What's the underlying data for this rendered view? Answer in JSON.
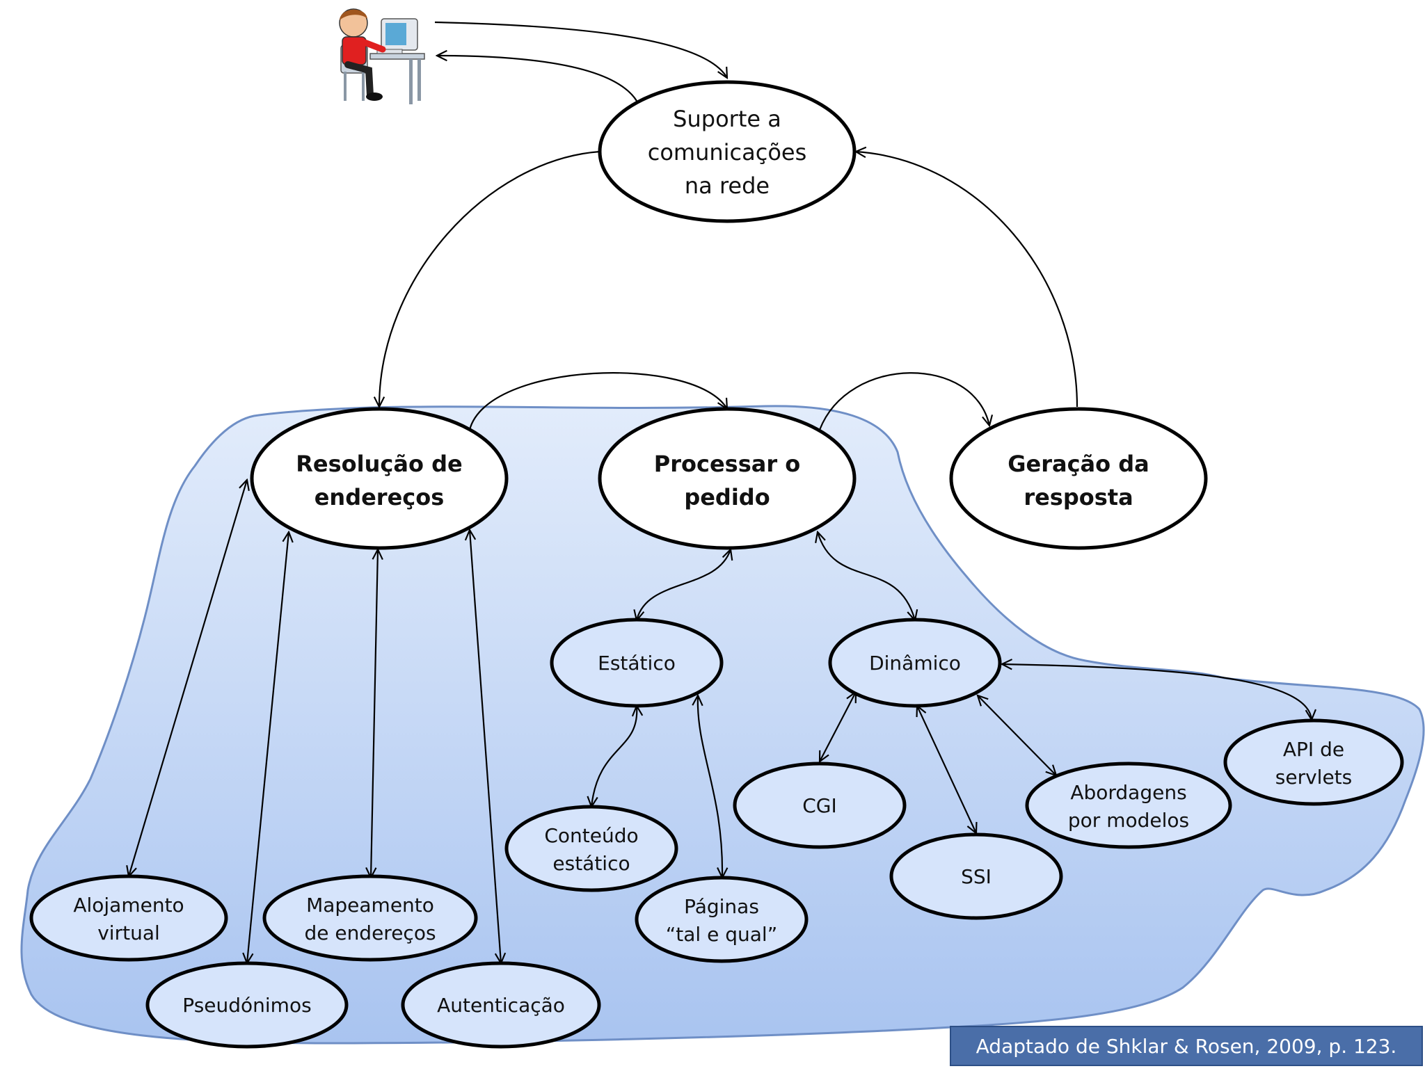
{
  "diagram": {
    "nodes": {
      "suporte": [
        "Suporte a",
        "comunicações",
        "na rede"
      ],
      "resolucao": [
        "Resolução de",
        "endereços"
      ],
      "processar": [
        "Processar o",
        "pedido"
      ],
      "geracao": [
        "Geração da",
        "resposta"
      ],
      "estatico": [
        "Estático"
      ],
      "dinamico": [
        "Dinâmico"
      ],
      "conteudo": [
        "Conteúdo",
        "estático"
      ],
      "paginas": [
        "Páginas",
        "“tal e qual”"
      ],
      "cgi": [
        "CGI"
      ],
      "ssi": [
        "SSI"
      ],
      "abordagens": [
        "Abordagens",
        "por modelos"
      ],
      "api": [
        "API de",
        "servlets"
      ],
      "alojamento": [
        "Alojamento",
        "virtual"
      ],
      "mapeamento": [
        "Mapeamento",
        "de endereços"
      ],
      "pseudonimos": [
        "Pseudónimos"
      ],
      "autenticacao": [
        "Autenticação"
      ]
    },
    "colors": {
      "region_fill_top": "#e2ecfb",
      "region_fill_bottom": "#a9c4f0",
      "region_stroke": "#6f8fc6",
      "credit_bg": "#4a6ea8"
    }
  },
  "credit": "Adaptado de Shklar & Rosen, 2009, p. 123."
}
